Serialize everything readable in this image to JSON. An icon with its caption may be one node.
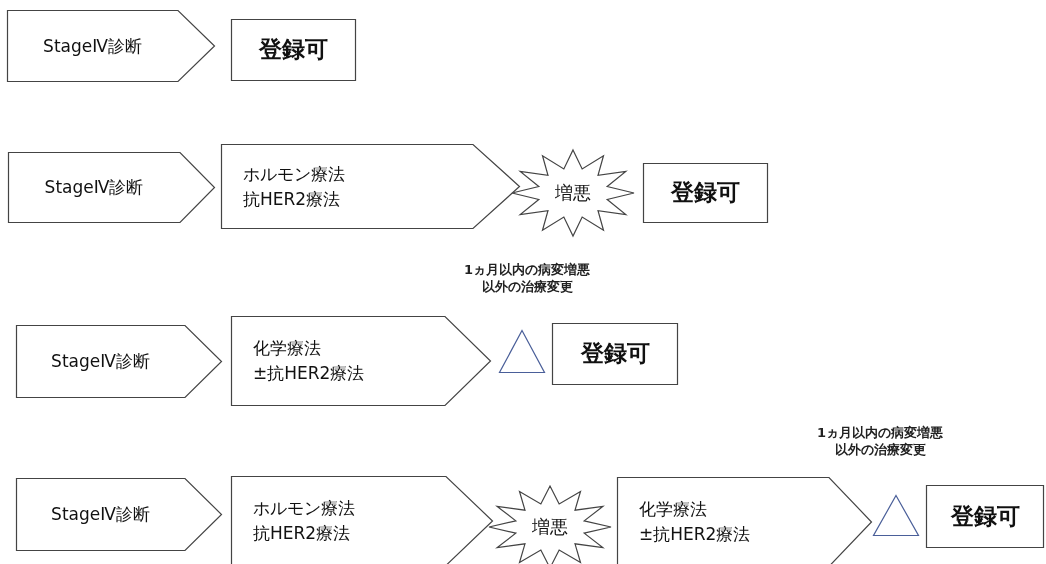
{
  "diagram": {
    "nodes": [
      {
        "text": [
          "StageⅣ診断"
        ]
      },
      {
        "text": [
          "登録可"
        ]
      },
      {
        "text": [
          "StageⅣ診断"
        ]
      },
      {
        "text": [
          "ホルモン療法",
          "抗HER2療法"
        ]
      },
      {
        "text": [
          "増悪"
        ]
      },
      {
        "text": [
          "登録可"
        ]
      },
      {
        "text": [
          "StageⅣ診断"
        ]
      },
      {
        "text": [
          "化学療法",
          "±抗HER2療法"
        ]
      },
      {
        "text": [],
        "shape": "triangle"
      },
      {
        "text": [
          "登録可"
        ]
      },
      {
        "text": [
          "StageⅣ診断"
        ]
      },
      {
        "text": [
          "ホルモン療法",
          "抗HER2療法"
        ]
      },
      {
        "text": [
          "増悪"
        ]
      },
      {
        "text": [
          "化学療法",
          "±抗HER2療法"
        ]
      },
      {
        "text": [],
        "shape": "triangle"
      },
      {
        "text": [
          "登録可"
        ]
      }
    ],
    "labels": [
      "1ヵ月以内の病変増悪以外の治療変更",
      "1ヵ月以内の病変増悪以外の治療変更"
    ]
  }
}
